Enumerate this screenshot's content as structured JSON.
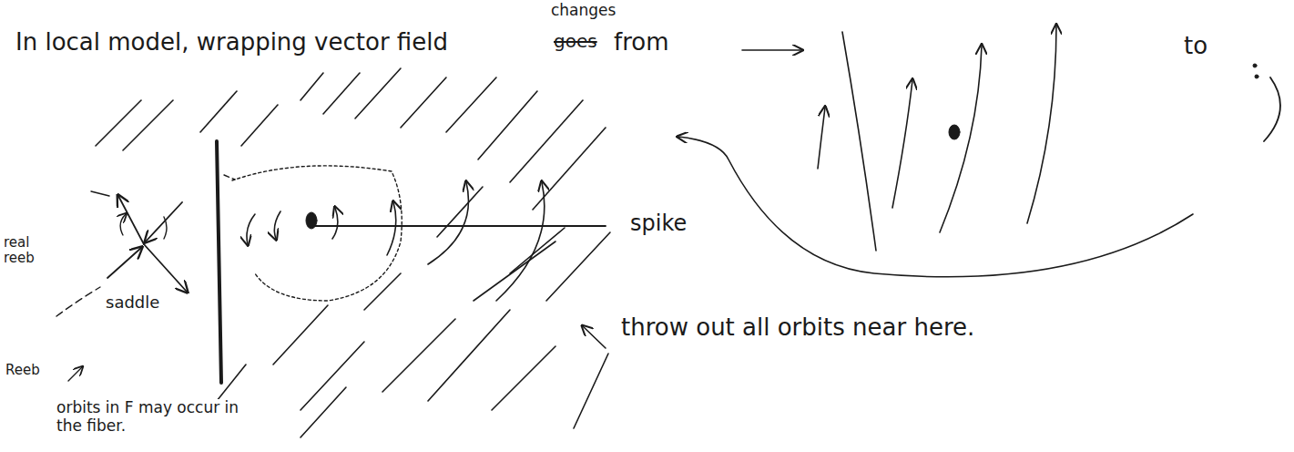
{
  "diagram": {
    "labels": [
      "In local model, wrapping vector field",
      "changes",
      "goes",
      "from",
      "to",
      "spike",
      "throw out all orbits near here.",
      "saddle",
      "real reeb",
      "Reeb",
      "orbits in F may occur in the fiber."
    ]
  }
}
